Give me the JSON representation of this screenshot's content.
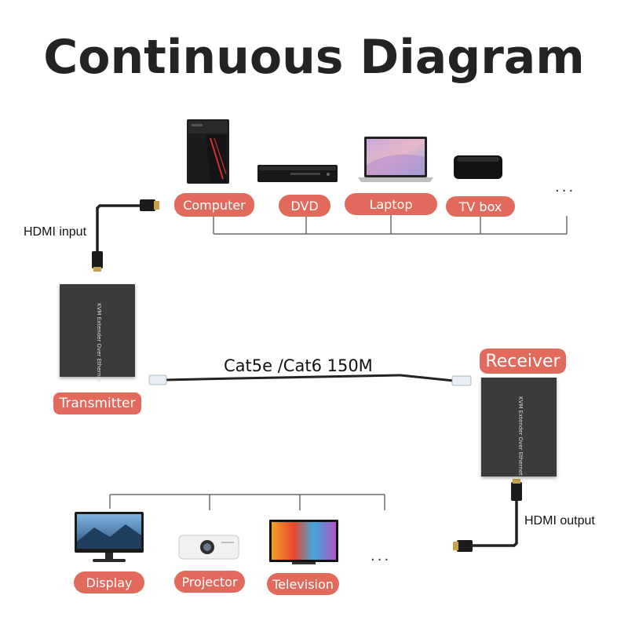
{
  "title": "Continuous Diagram",
  "sources": [
    {
      "label": "Computer",
      "icon": "computer-tower-icon"
    },
    {
      "label": "DVD",
      "icon": "dvd-player-icon"
    },
    {
      "label": "Laptop",
      "icon": "laptop-icon"
    },
    {
      "label": "TV box",
      "icon": "tv-box-icon"
    }
  ],
  "sources_more": "...",
  "hdmi_input": "HDMI input",
  "transmitter": {
    "label": "Transmitter",
    "device_text": "KVM Extender Over Ethernet"
  },
  "cable": "Cat5e /Cat6 150M",
  "receiver": {
    "label": "Receiver",
    "device_text": "KVM Extender Over Ethernet"
  },
  "hdmi_output": "HDMI output",
  "outputs": [
    {
      "label": "Display",
      "icon": "monitor-icon"
    },
    {
      "label": "Projector",
      "icon": "projector-icon"
    },
    {
      "label": "Television",
      "icon": "television-icon"
    }
  ],
  "outputs_more": "...",
  "colors": {
    "accent": "#e26a5c",
    "device": "#3b3b3c",
    "line": "#555555",
    "text": "#232323"
  }
}
